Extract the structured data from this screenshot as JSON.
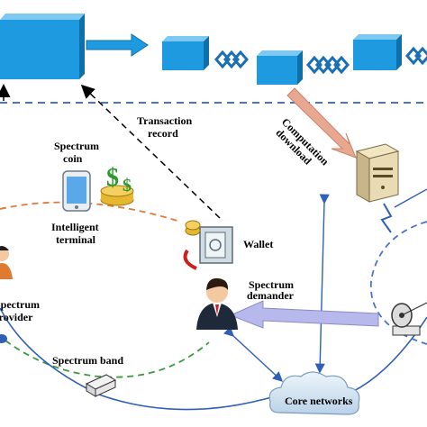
{
  "labels": {
    "transaction": [
      "Transaction",
      "record"
    ],
    "spectrum_coin": [
      "Spectrum",
      "coin"
    ],
    "intelligent_terminal": [
      "Intelligent",
      "terminal"
    ],
    "wallet": "Wallet",
    "computation": [
      "Computation",
      "download"
    ],
    "spectrum_demander": [
      "Spectrum",
      "demander"
    ],
    "spectrum_provider": [
      "Spectrum",
      "provider"
    ],
    "spectrum_band": "Spectrum band",
    "core_networks": "Core networks"
  },
  "icons": {
    "block": "blockchain-block-icon",
    "chain": "chain-link-icon",
    "phone": "smartphone-icon",
    "money": "dollar-coins-icon",
    "wallet": "wallet-safe-icon",
    "server": "server-tower-icon",
    "user": "businessman-icon",
    "cloud": "cloud-icon",
    "antenna": "satellite-dish-icon",
    "router": "router-icon"
  },
  "colors": {
    "block_fill": "#1e9be0",
    "block_top": "#7cc8f0",
    "block_side": "#0f6fa8",
    "dashed_line": "#4a74c8",
    "orange_arc": "#e07a3a",
    "green_arc": "#3a9a3a",
    "blue_line": "#2f5fb8",
    "computation_arrow": "#e8a890",
    "demander_arrow": "#b7b9ec"
  }
}
